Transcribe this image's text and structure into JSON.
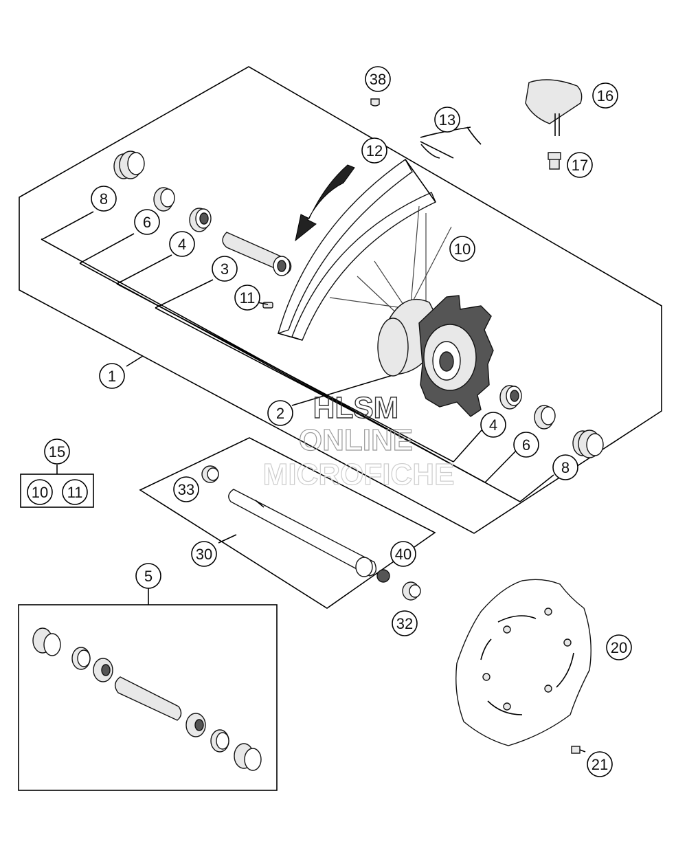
{
  "callouts": {
    "c1": "1",
    "c2": "2",
    "c3": "3",
    "c4a": "4",
    "c4b": "4",
    "c5": "5",
    "c6a": "6",
    "c6b": "6",
    "c8a": "8",
    "c8b": "8",
    "c10": "10",
    "c10k": "10",
    "c11": "11",
    "c11k": "11",
    "c12": "12",
    "c13": "13",
    "c15": "15",
    "c16": "16",
    "c17": "17",
    "c20": "20",
    "c21": "21",
    "c30": "30",
    "c32": "32",
    "c33": "33",
    "c38": "38",
    "c40": "40"
  },
  "watermark": {
    "line1": "HLSM",
    "line2": "ONLINE",
    "line3": "MICROFICHE"
  },
  "colors": {
    "line": "#000000",
    "part_fill": "#e8e8e8",
    "watermark": "#cccccc"
  }
}
